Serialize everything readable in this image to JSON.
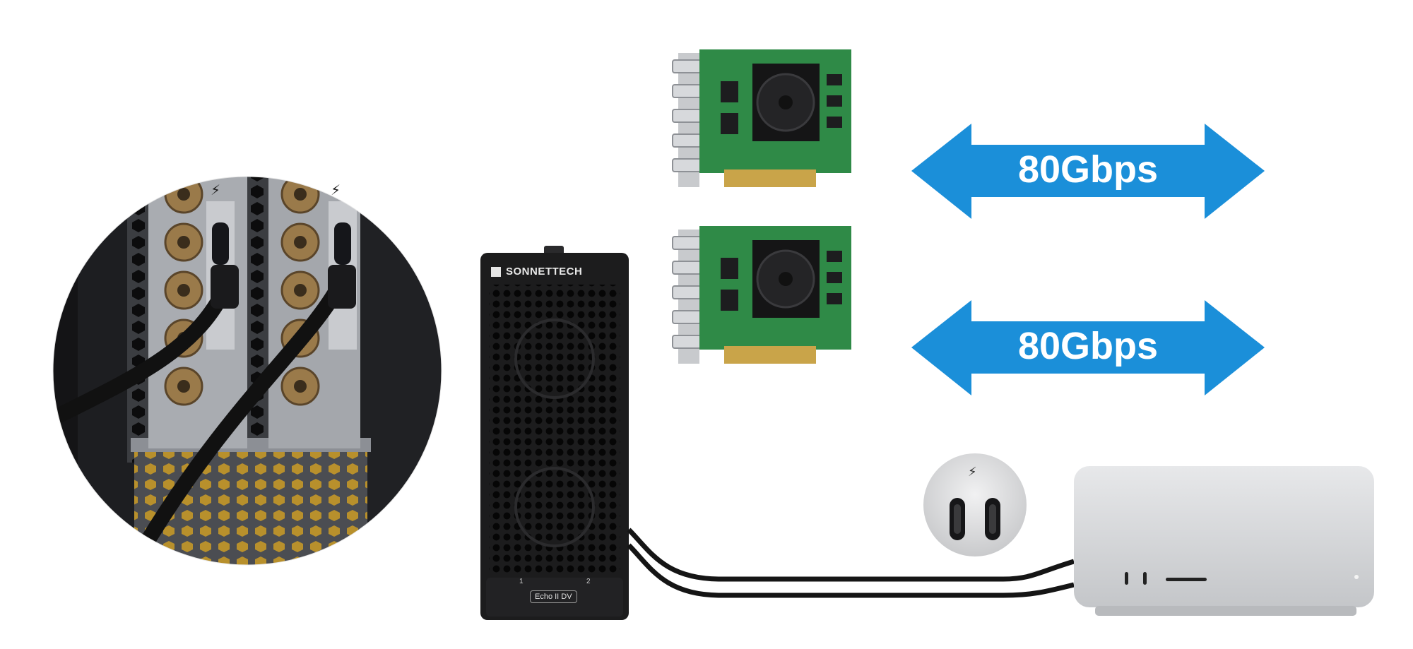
{
  "arrows": [
    {
      "label": "80Gbps"
    },
    {
      "label": "80Gbps"
    }
  ],
  "enclosure": {
    "brand": "SONNETTECH",
    "model": "Echo II DV",
    "port_labels": [
      "1",
      "2"
    ]
  },
  "colors": {
    "arrow": "#1b8fd9",
    "pcb": "#2f8a47",
    "enclosure": "#1c1c1c",
    "mac_studio": "#d9dadc"
  },
  "icons": [
    "thunderbolt-icon"
  ]
}
